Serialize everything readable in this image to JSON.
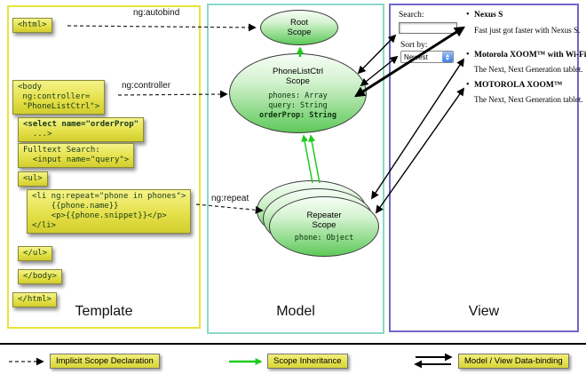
{
  "panels": {
    "template": {
      "label": "Template"
    },
    "model": {
      "label": "Model"
    },
    "view": {
      "label": "View"
    }
  },
  "arrow_labels": {
    "autobind": "ng:autobind",
    "controller": "ng:controller",
    "repeat": "ng:repeat"
  },
  "template_code": {
    "html_open": "<html>",
    "body_open": "<body\n ng:controller=\n \"PhoneListCtrl\">",
    "select_line1": "<select name=\"orderProp\"",
    "select_line2": "  ...>",
    "fulltext": "Fulltext Search:\n  <input name=\"query\">",
    "ul_open": "<ul>",
    "li_repeat": "<li ng:repeat=\"phone in phones\">\n    {{phone.name}}\n    <p>{{phone.snippet}}</p>\n</li>",
    "ul_close": "</ul>",
    "body_close": "</body>",
    "html_close": "</html>"
  },
  "model": {
    "root_scope": {
      "title": "Root\nScope"
    },
    "phonelist_scope": {
      "title": "PhoneListCtrl\nScope",
      "fields": [
        "phones: Array",
        "query: String",
        "orderProp: String"
      ]
    },
    "repeater_scope": {
      "title": "Repeater\nScope",
      "field": "phone: Object"
    }
  },
  "view": {
    "search_label": "Search:",
    "search_value": "",
    "sort_label": "Sort by:",
    "sort_value": "Newest",
    "items": [
      {
        "bullet": "•",
        "title": "Nexus S",
        "desc": "Fast just got faster with Nexus S."
      },
      {
        "bullet": "•",
        "title": "Motorola XOOM™ with Wi-Fi",
        "desc": "The Next, Next Generation tablet."
      },
      {
        "bullet": "•",
        "title": "MOTOROLA XOOM™",
        "desc": "The Next, Next Generation tablet."
      }
    ]
  },
  "legend": {
    "implicit": "Implicit Scope Declaration",
    "inheritance": "Scope Inheritance",
    "databinding": "Model / View Data-binding"
  },
  "colors": {
    "template_border": "#e8e43a",
    "model_border": "#8ad9c6",
    "view_border": "#7166c9",
    "code_highlight": "#e3df46",
    "scope_fill": "#5ec95a",
    "inheritance_arrow": "#1ecb1e",
    "databinding_arrow": "#000000"
  }
}
